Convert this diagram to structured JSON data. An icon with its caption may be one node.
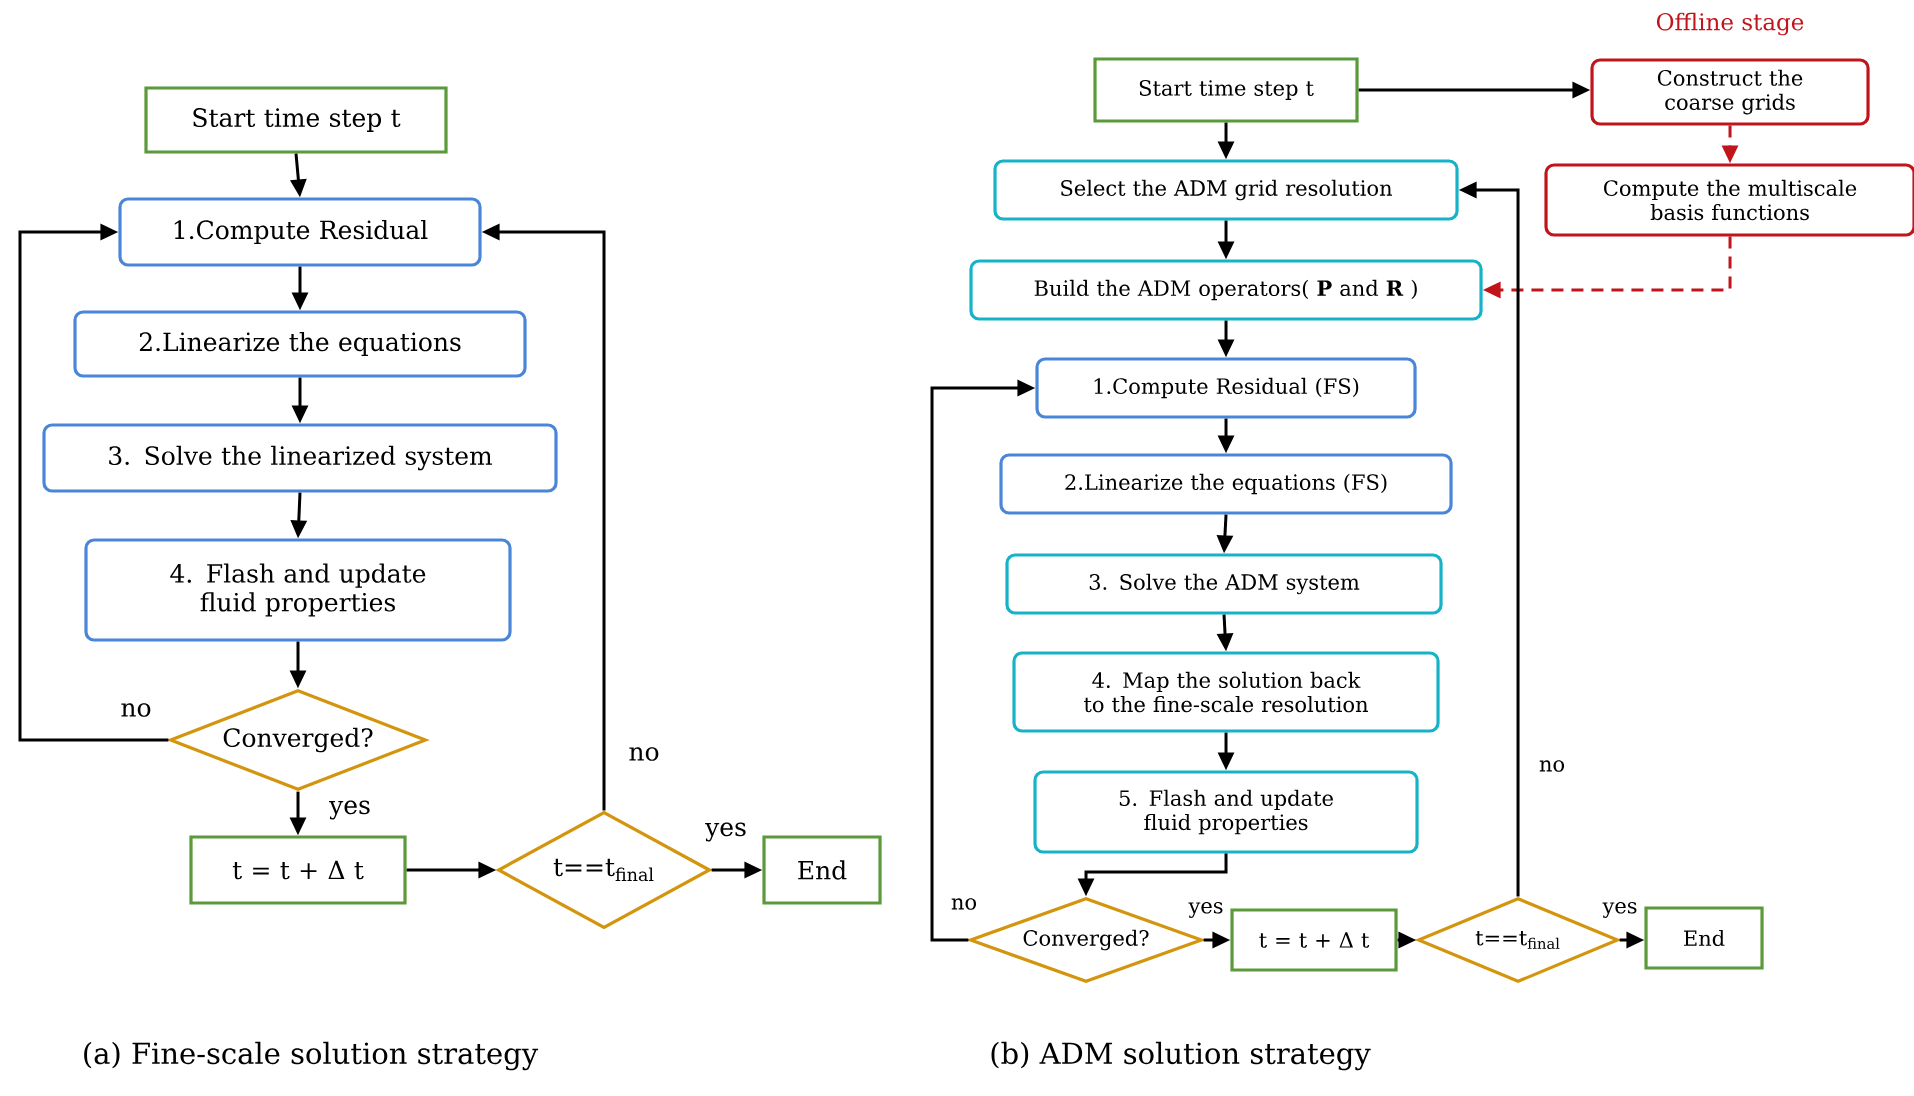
{
  "diagram": {
    "nodes": [
      {
        "text": [
          "Start time step t"
        ]
      },
      {
        "text": [
          "1.Compute Residual"
        ]
      },
      {
        "text": [
          "2.Linearize the equations"
        ]
      },
      {
        "text": [
          "3. Solve the linearized system"
        ]
      },
      {
        "text": [
          "4. Flash and update fluid properties"
        ]
      },
      {
        "text": [
          "Converged?"
        ]
      },
      {
        "text": [
          "t = t + Δ t"
        ]
      },
      {
        "text": [
          "t==t$_{final}$"
        ]
      },
      {
        "text": [
          "End"
        ]
      },
      {
        "text": [
          "Start time step t"
        ]
      },
      {
        "text": [
          "Construct the coarse grids"
        ]
      },
      {
        "text": [
          "Compute the multiscale basis functions"
        ]
      },
      {
        "text": [
          "Select the ADM grid resolution"
        ]
      },
      {
        "text": [
          "Build the ADM operators( **P** and **R** )"
        ]
      },
      {
        "text": [
          "1.Compute Residual (FS)"
        ]
      },
      {
        "text": [
          "2.Linearize the equations (FS)"
        ]
      },
      {
        "text": [
          "3. Solve the ADM system"
        ]
      },
      {
        "text": [
          "4. Map the solution back to the fine-scale resolution"
        ]
      },
      {
        "text": [
          "5. Flash and update fluid properties"
        ]
      },
      {
        "text": [
          "Converged?"
        ]
      },
      {
        "text": [
          "t = t + Δ t"
        ]
      },
      {
        "text": [
          "t==t$_{final}$"
        ]
      },
      {
        "text": [
          "End"
        ]
      }
    ],
    "edges": [
      {
        "from": 0,
        "to": 1,
        "arrow": "to"
      },
      {
        "from": 1,
        "to": 2,
        "arrow": "to"
      },
      {
        "from": 2,
        "to": 3,
        "arrow": "to"
      },
      {
        "from": 3,
        "to": 4,
        "arrow": "to"
      },
      {
        "from": 4,
        "to": 5,
        "arrow": "to"
      },
      {
        "from": 5,
        "to": 1,
        "arrow": "to",
        "label": "no"
      },
      {
        "from": 5,
        "to": 6,
        "arrow": "to",
        "label": "yes"
      },
      {
        "from": 6,
        "to": 7,
        "arrow": "to"
      },
      {
        "from": 7,
        "to": 8,
        "arrow": "to",
        "label": "yes"
      },
      {
        "from": 7,
        "to": 1,
        "arrow": "to",
        "label": "no"
      },
      {
        "from": 9,
        "to": 12,
        "arrow": "to"
      },
      {
        "from": 9,
        "to": 10,
        "arrow": "to"
      },
      {
        "from": 10,
        "to": 11,
        "arrow": "to",
        "style": "dashed",
        "color": "#c0151b"
      },
      {
        "from": 11,
        "to": 13,
        "arrow": "to",
        "style": "dashed",
        "color": "#c0151b"
      },
      {
        "from": 12,
        "to": 13,
        "arrow": "to"
      },
      {
        "from": 13,
        "to": 14,
        "arrow": "to"
      },
      {
        "from": 14,
        "to": 15,
        "arrow": "to"
      },
      {
        "from": 15,
        "to": 16,
        "arrow": "to"
      },
      {
        "from": 16,
        "to": 17,
        "arrow": "to"
      },
      {
        "from": 17,
        "to": 18,
        "arrow": "to"
      },
      {
        "from": 18,
        "to": 19,
        "arrow": "to"
      },
      {
        "from": 19,
        "to": 14,
        "arrow": "to",
        "label": "no"
      },
      {
        "from": 19,
        "to": 20,
        "arrow": "to",
        "label": "yes"
      },
      {
        "from": 20,
        "to": 21,
        "arrow": "to"
      },
      {
        "from": 21,
        "to": 22,
        "arrow": "to",
        "label": "yes"
      },
      {
        "from": 21,
        "to": 12,
        "arrow": "to",
        "label": "no"
      }
    ],
    "labels": [
      "Offline stage",
      "(a) Fine-scale solution strategy",
      "(b) ADM solution strategy"
    ]
  }
}
